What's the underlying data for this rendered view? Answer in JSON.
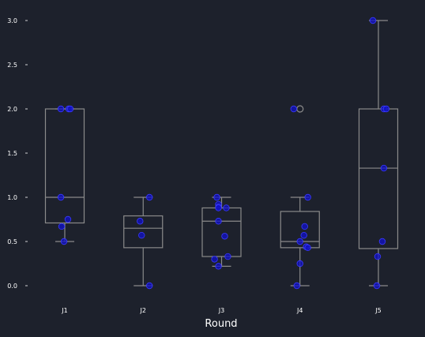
{
  "chart_data": {
    "type": "box",
    "xlabel": "Round",
    "ylabel": "",
    "ylim": [
      -0.15,
      3.05
    ],
    "yticks": [
      "0.0",
      "0.5",
      "1.0",
      "1.5",
      "2.0",
      "2.5",
      "3.0"
    ],
    "categories": [
      "J1",
      "J2",
      "J3",
      "J4",
      "J5"
    ],
    "boxes": [
      {
        "category": "J1",
        "q1": 0.71,
        "median": 1.0,
        "q3": 2.0,
        "whisker_low": 0.5,
        "whisker_high": 2.0,
        "fliers": []
      },
      {
        "category": "J2",
        "q1": 0.43,
        "median": 0.65,
        "q3": 0.79,
        "whisker_low": 0.0,
        "whisker_high": 1.0,
        "fliers": []
      },
      {
        "category": "J3",
        "q1": 0.33,
        "median": 0.73,
        "q3": 0.88,
        "whisker_low": 0.22,
        "whisker_high": 1.0,
        "fliers": []
      },
      {
        "category": "J4",
        "q1": 0.43,
        "median": 0.5,
        "q3": 0.84,
        "whisker_low": 0.0,
        "whisker_high": 1.0,
        "fliers": [
          2.0
        ]
      },
      {
        "category": "J5",
        "q1": 0.42,
        "median": 1.33,
        "q3": 2.0,
        "whisker_low": 0.0,
        "whisker_high": 3.0,
        "fliers": []
      }
    ],
    "points": [
      {
        "category": "J1",
        "values": [
          2.0,
          2.0,
          2.0,
          1.0,
          0.75,
          0.67,
          0.5
        ],
        "jitter": [
          -0.05,
          0.05,
          0.07,
          -0.05,
          0.04,
          -0.04,
          -0.01
        ]
      },
      {
        "category": "J2",
        "values": [
          1.0,
          0.73,
          0.57,
          0.0
        ],
        "jitter": [
          0.08,
          -0.04,
          -0.02,
          0.08
        ]
      },
      {
        "category": "J3",
        "values": [
          1.0,
          0.92,
          0.89,
          0.88,
          0.88,
          0.73,
          0.56,
          0.33,
          0.3,
          0.22
        ],
        "jitter": [
          -0.06,
          -0.04,
          -0.04,
          0.06,
          -0.04,
          -0.04,
          0.04,
          0.08,
          -0.09,
          -0.04
        ]
      },
      {
        "category": "J4",
        "values": [
          2.0,
          1.0,
          0.67,
          0.57,
          0.5,
          0.44,
          0.43,
          0.25,
          0.0
        ],
        "jitter": [
          -0.08,
          0.1,
          0.06,
          0.05,
          0.0,
          0.08,
          0.1,
          0.0,
          -0.04
        ]
      },
      {
        "category": "J5",
        "values": [
          3.0,
          2.0,
          2.0,
          1.33,
          0.5,
          0.33,
          0.0
        ],
        "jitter": [
          -0.07,
          0.07,
          0.1,
          0.07,
          0.05,
          -0.01,
          -0.02
        ]
      }
    ]
  }
}
